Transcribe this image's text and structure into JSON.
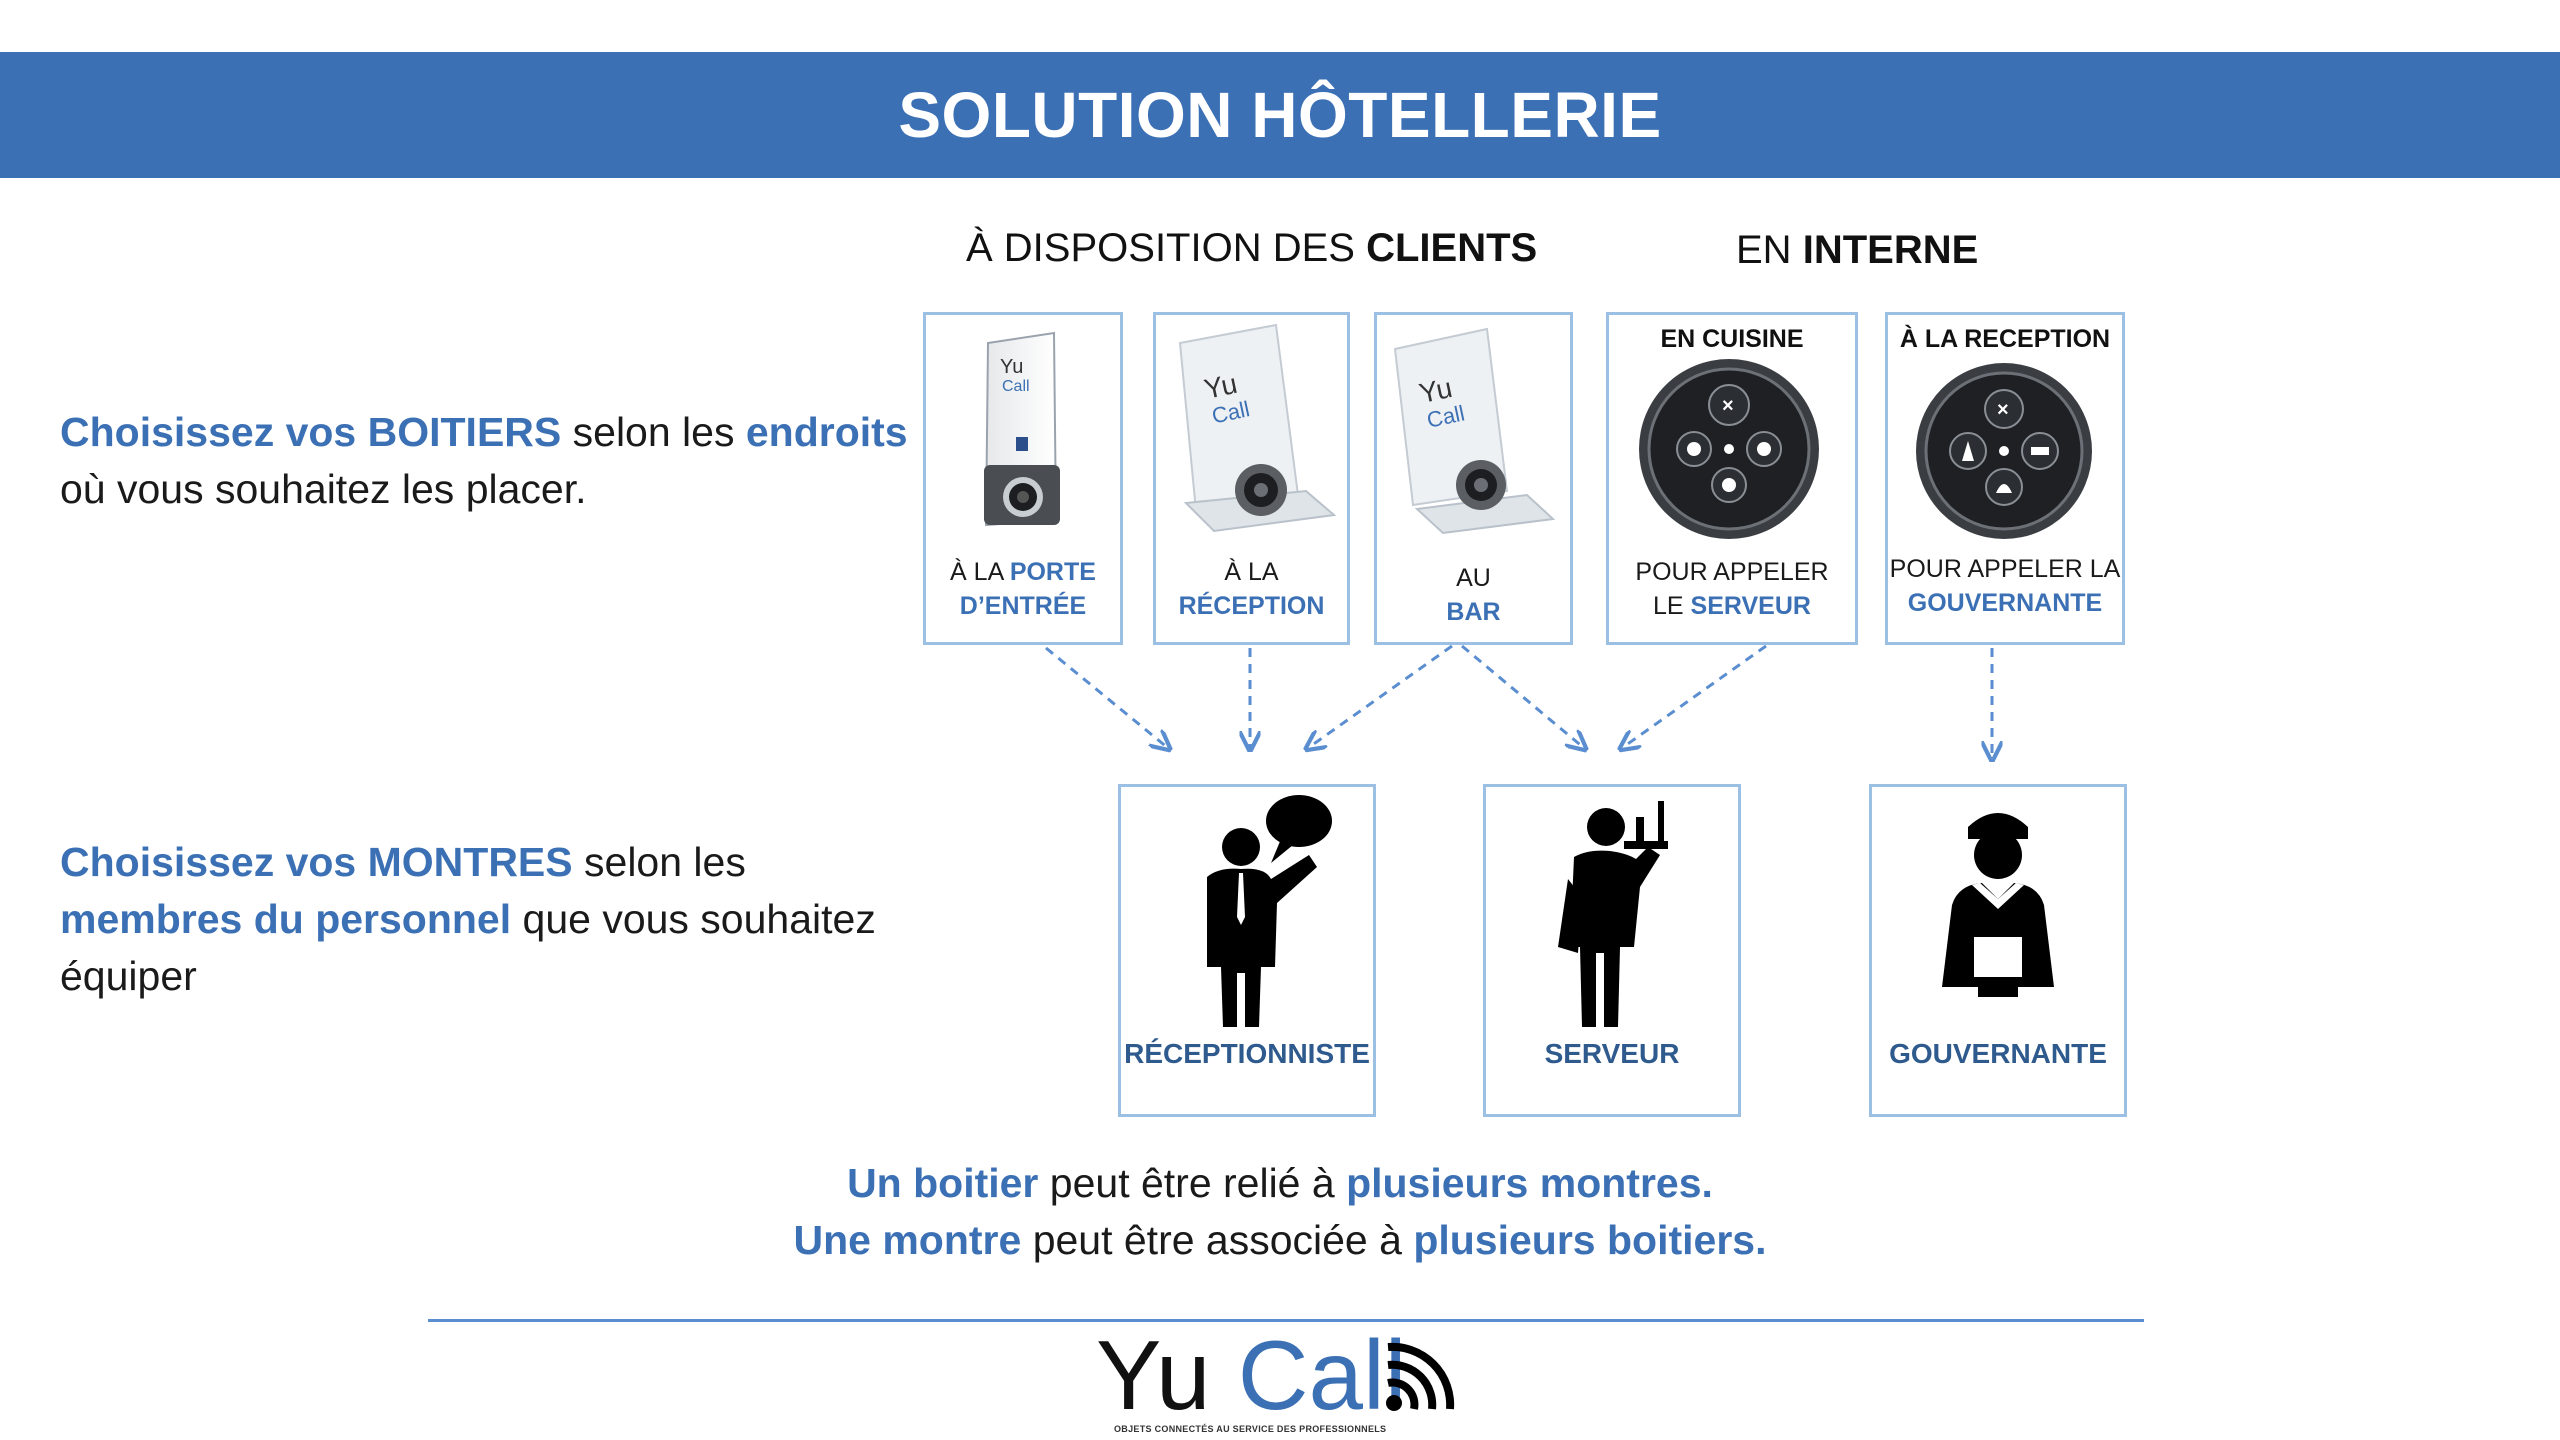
{
  "banner": {
    "title": "SOLUTION HÔTELLERIE"
  },
  "headers": {
    "clients_prefix": "À DISPOSITION DES",
    "clients_bold": "CLIENTS",
    "internal_prefix": "EN",
    "internal_bold": "INTERNE"
  },
  "intro_boxes": {
    "p1": "Choisissez vos BOITIERS",
    "p2": " selon les ",
    "p3": "endroits",
    "p4": "où vous souhaitez les placer."
  },
  "intro_watches": {
    "p1": "Choisissez vos MONTRES",
    "p2": " selon les",
    "p3": "membres du personnel",
    "p4": " que vous souhaitez",
    "p5": "équiper"
  },
  "devices": [
    {
      "line1_plain": "À LA ",
      "line1_hl": "PORTE",
      "line2_hl": "D’ENTRÉE"
    },
    {
      "line1_plain": "À LA",
      "line2_hl": "RÉCEPTION"
    },
    {
      "line1_plain": "AU",
      "line2_hl": "BAR"
    },
    {
      "top": "EN CUISINE",
      "line1_plain": "POUR APPELER",
      "line2_plain": "LE ",
      "line2_hl": "SERVEUR"
    },
    {
      "top": "À LA RECEPTION",
      "line1_plain": "POUR APPELER LA",
      "line2_hl": "GOUVERNANTE"
    }
  ],
  "device_brand": {
    "yu": "Yu",
    "call": "Call"
  },
  "staff": [
    {
      "label": "RÉCEPTIONNISTE",
      "icon": "receptionist-icon"
    },
    {
      "label": "SERVEUR",
      "icon": "waiter-icon"
    },
    {
      "label": "GOUVERNANTE",
      "icon": "housekeeper-icon"
    }
  ],
  "summary": {
    "l1_a": "Un boitier",
    "l1_b": " peut être relié à ",
    "l1_c": "plusieurs montres",
    "l1_d": ".",
    "l2_a": "Une montre",
    "l2_b": " peut être associée à ",
    "l2_c": "plusieurs boitiers",
    "l2_d": "."
  },
  "logo": {
    "yu": "Yu",
    "call": "Call",
    "tagline": "OBJETS CONNECTÉS AU SERVICE DES PROFESSIONNELS"
  },
  "colors": {
    "brand_blue": "#3c70b5",
    "box_border": "#9cbfe4",
    "arrow": "#5b8ed0"
  }
}
